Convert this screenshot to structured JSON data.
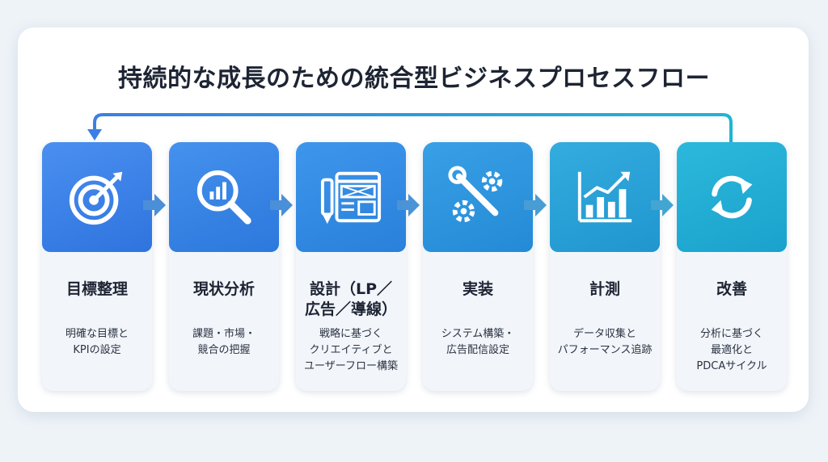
{
  "title": "持続的な成長のための統合型ビジネスプロセスフロー",
  "colors": {
    "card_bg": "#f2f6fb",
    "arrow": "#4a8fd8",
    "loop_line": "#3d8ee0"
  },
  "steps": [
    {
      "title": "目標整理",
      "desc": "明確な目標と\nKPIの設定",
      "icon": "target-icon",
      "color": "#3b82e6"
    },
    {
      "title": "現状分析",
      "desc": "課題・市場・\n競合の把握",
      "icon": "magnifier-chart-icon",
      "color": "#3a86e2"
    },
    {
      "title": "設計（LP／\n広告／導線）",
      "desc": "戦略に基づく\nクリエイティブと\nユーザーフロー構築",
      "icon": "wireframe-pencil-icon",
      "color": "#2f8fdd"
    },
    {
      "title": "実装",
      "desc": "システム構築・\n広告配信設定",
      "icon": "wrench-gears-icon",
      "color": "#2a9ad8"
    },
    {
      "title": "計測",
      "desc": "データ収集と\nパフォーマンス追跡",
      "icon": "bar-chart-trend-icon",
      "color": "#25a6d2"
    },
    {
      "title": "改善",
      "desc": "分析に基づく\n最適化と\nPDCAサイクル",
      "icon": "refresh-cycle-icon",
      "color": "#22b2cf"
    }
  ]
}
